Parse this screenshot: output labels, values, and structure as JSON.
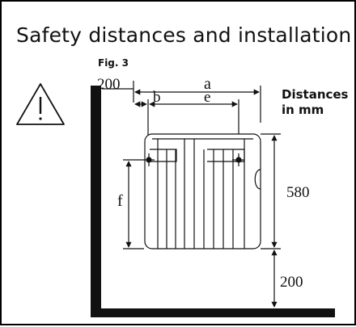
{
  "title": "Safety distances and installation",
  "figure_label": "Fig. 3",
  "warning_icon": "warning-triangle-icon",
  "labels": {
    "wall_top_clearance": "200",
    "a": "a",
    "b": "b",
    "e": "e",
    "f": "f",
    "height": "580",
    "floor_clearance": "200",
    "distances_line1": "Distances",
    "distances_line2": "in mm"
  }
}
